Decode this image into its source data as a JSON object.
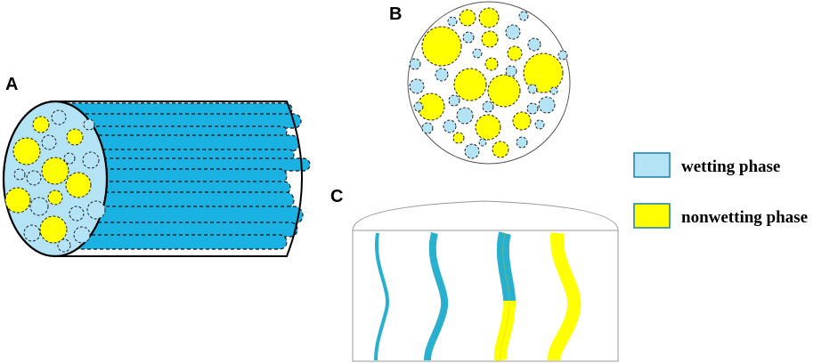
{
  "panels": {
    "a": {
      "label": "A"
    },
    "b": {
      "label": "B"
    },
    "c": {
      "label": "C"
    }
  },
  "legend": {
    "wetting": {
      "label": "wetting phase",
      "color": "#b3e3f4"
    },
    "nonwetting": {
      "label": "nonwetting phase",
      "color": "#ffff00"
    }
  },
  "colors": {
    "wetting_tube": "#1ab2e3",
    "wetting_light": "#b3e3f4",
    "nonwetting": "#ffff00",
    "tube_channel": "#2ab0cf",
    "outline": "#000000",
    "frame": "#999999"
  }
}
